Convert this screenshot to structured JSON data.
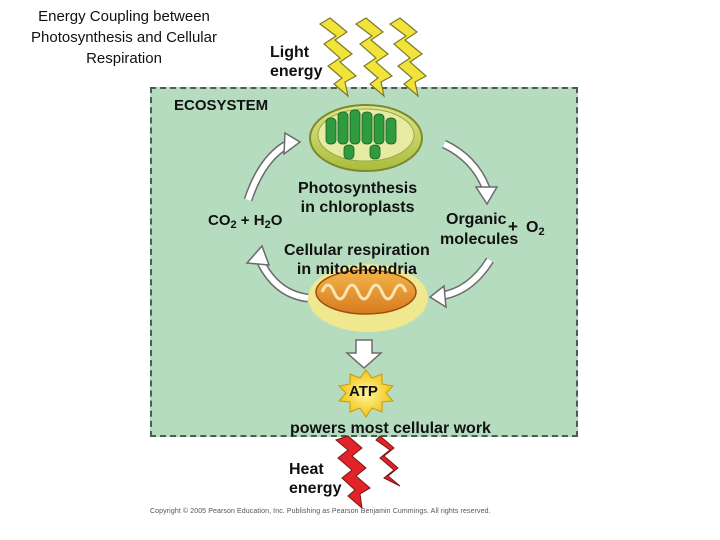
{
  "title": "Energy Coupling between Photosynthesis and Cellular Respiration",
  "light_energy": {
    "line1": "Light",
    "line2": "energy"
  },
  "ecosystem_label": "ECOSYSTEM",
  "photosynthesis": {
    "line1": "Photosynthesis",
    "line2": "in chloroplasts"
  },
  "left_molecules": {
    "co": "CO",
    "two": "2",
    "plus_h": " + H",
    "two_b": "2",
    "o": "O"
  },
  "right_molecules": {
    "organic": "Organic",
    "plus": "+",
    "o": "O",
    "two": "2",
    "molecules": "molecules"
  },
  "respiration": {
    "line1": "Cellular respiration",
    "line2": "in mitochondria"
  },
  "atp": "ATP",
  "powers": "powers most cellular work",
  "heat_energy": {
    "line1": "Heat",
    "line2": "energy"
  },
  "copyright": "Copyright © 2005 Pearson Education, Inc. Publishing as Pearson Benjamin Cummings. All rights reserved.",
  "colors": {
    "ecosystem_fill": "#b6dcc0",
    "light_bolt": "#f2e33a",
    "heat_bolt": "#e2242a",
    "atp_burst": "#f5d322",
    "chloroplast": "#c2d35a",
    "mitochondrion": "#e8972c"
  }
}
